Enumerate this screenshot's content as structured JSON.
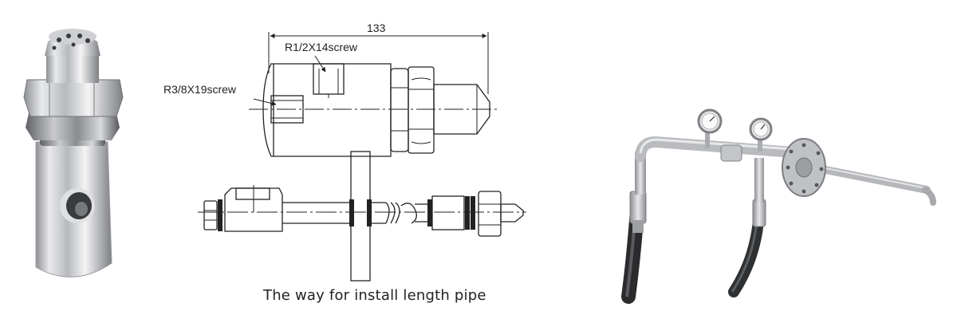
{
  "drawing": {
    "overall_length": "133",
    "top_thread": "R1/2X14screw",
    "side_thread": "R3/8X19screw",
    "caption": "The way for install length pipe"
  }
}
